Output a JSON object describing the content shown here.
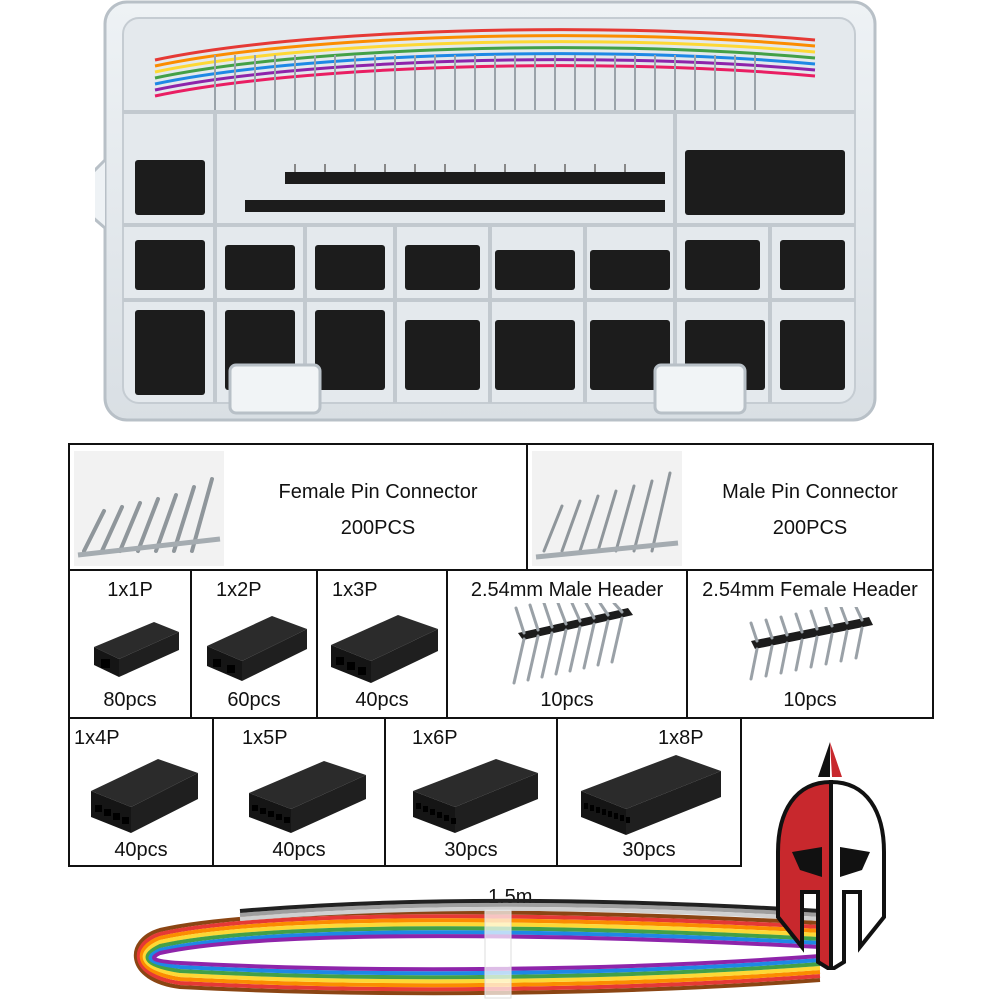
{
  "crimp_pins": {
    "female": {
      "name": "Female Pin Connector",
      "qty": "200PCS"
    },
    "male": {
      "name": "Male Pin Connector",
      "qty": "200PCS"
    }
  },
  "housings_row1": [
    {
      "size": "1x1P",
      "qty": "80pcs"
    },
    {
      "size": "1x2P",
      "qty": "60pcs"
    },
    {
      "size": "1x3P",
      "qty": "40pcs"
    }
  ],
  "headers": [
    {
      "name": "2.54mm Male Header",
      "qty": "10pcs"
    },
    {
      "name": "2.54mm Female Header",
      "qty": "10pcs"
    }
  ],
  "housings_row2": [
    {
      "size": "1x4P",
      "qty": "40pcs"
    },
    {
      "size": "1x5P",
      "qty": "40pcs"
    },
    {
      "size": "1x6P",
      "qty": "30pcs"
    },
    {
      "size": "1x8P",
      "qty": "30pcs"
    }
  ],
  "ribbon_cable": {
    "length": "1.5m"
  },
  "colors": {
    "border": "#111111",
    "housing": "#1a1a1a",
    "logo_red": "#c8282d",
    "ribbon": [
      "#8b4513",
      "#e53935",
      "#fb8c00",
      "#fdd835",
      "#43a047",
      "#1e88e5",
      "#8e24aa",
      "#9e9e9e",
      "#ffffff",
      "#212121"
    ]
  }
}
